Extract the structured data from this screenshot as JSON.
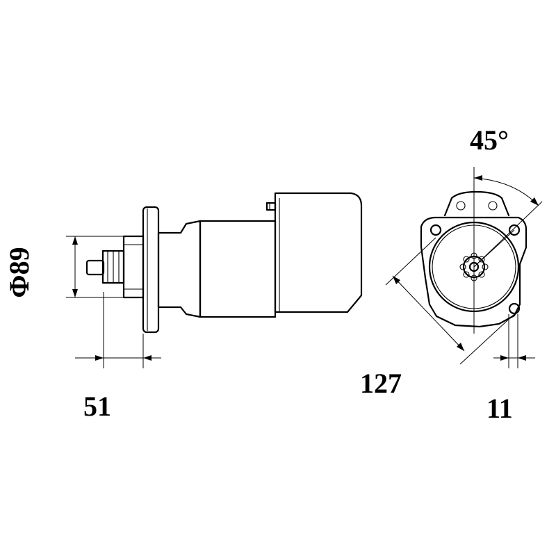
{
  "dimensions": {
    "diameter": "Φ89",
    "pinion_length": "51",
    "bolt_circle": "127",
    "offset": "11",
    "angle": "45°"
  }
}
